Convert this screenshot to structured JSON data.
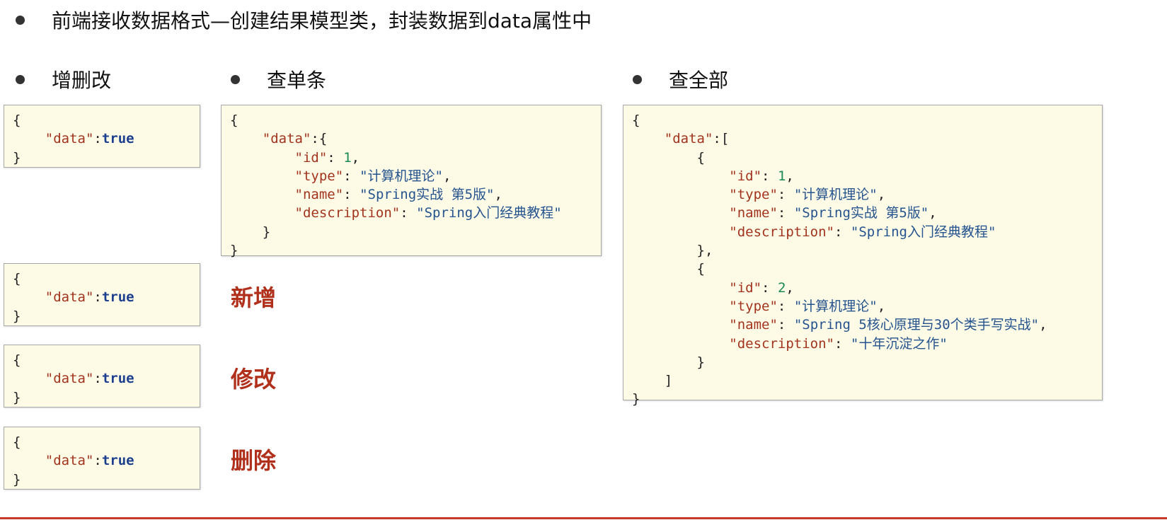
{
  "heading": "前端接收数据格式—创建结果模型类，封装数据到data属性中",
  "sections": {
    "cud": "增删改",
    "single": "查单条",
    "all": "查全部"
  },
  "labels": {
    "add": "新增",
    "edit": "修改",
    "del": "删除"
  },
  "code": {
    "open": "{",
    "close": "}",
    "indent1": "    ",
    "indent2": "        ",
    "indent3": "            ",
    "data_key": "\"data\"",
    "colon": ":",
    "comma": ",",
    "true_val": "true",
    "obj_open": "{",
    "obj_close": "}",
    "obj_close_comma": "},",
    "arr_open": "[",
    "arr_close": "]",
    "book1": {
      "id_key": "\"id\"",
      "id_val": "1",
      "type_key": "\"type\"",
      "type_val": "\"计算机理论\"",
      "name_key": "\"name\"",
      "name_val": "\"Spring实战 第5版\"",
      "desc_key": "\"description\"",
      "desc_val": "\"Spring入门经典教程\""
    },
    "book2": {
      "id_key": "\"id\"",
      "id_val": "2",
      "type_key": "\"type\"",
      "type_val": "\"计算机理论\"",
      "name_key": "\"name\"",
      "name_val": "\"Spring 5核心原理与30个类手写实战\"",
      "desc_key": "\"description\"",
      "desc_val": "\"十年沉淀之作\""
    }
  }
}
